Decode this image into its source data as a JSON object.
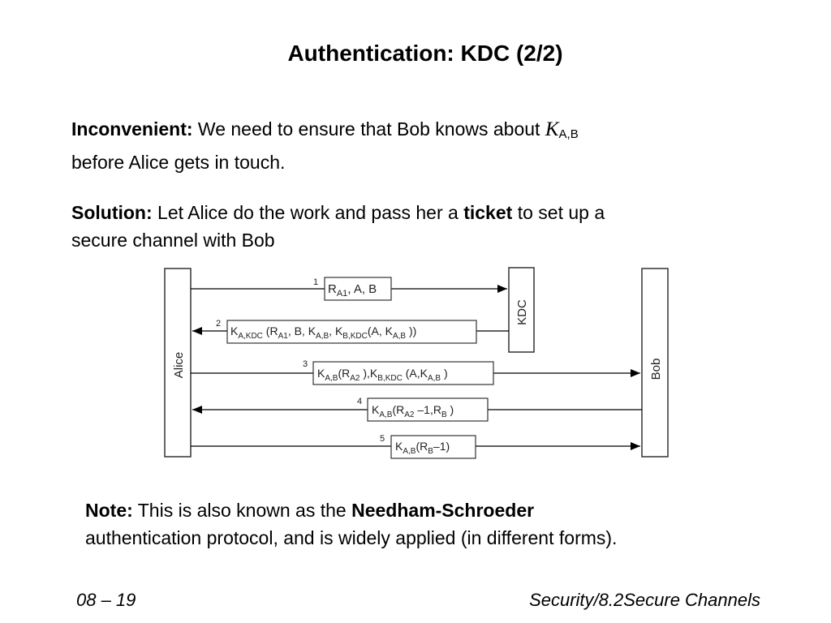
{
  "slide": {
    "title": "Authentication: KDC (2/2)",
    "inconvenient": {
      "label": "Inconvenient:",
      "text_before": " We need to ensure that Bob knows about ",
      "key_letter": "K",
      "key_sub": "A,B",
      "line2": "before Alice gets in touch."
    },
    "solution": {
      "label": "Solution:",
      "text_before": " Let Alice do the work and pass her a ",
      "ticket": "ticket",
      "text_after": " to set up a",
      "line2": "secure channel with Bob"
    },
    "note": {
      "label": "Note:",
      "text_before": " This is also known as the ",
      "protocol": "Needham-Schroeder",
      "line2": "authentication protocol, and is widely applied (in different forms)."
    },
    "footer": {
      "left": "08 – 19",
      "right": "Security/8.2Secure Channels"
    }
  },
  "diagram": {
    "participants": {
      "alice": "Alice",
      "kdc": "KDC",
      "bob": "Bob"
    },
    "messages": [
      {
        "step": "1"
      },
      {
        "step": "2"
      },
      {
        "step": "3"
      },
      {
        "step": "4"
      },
      {
        "step": "5"
      }
    ]
  }
}
